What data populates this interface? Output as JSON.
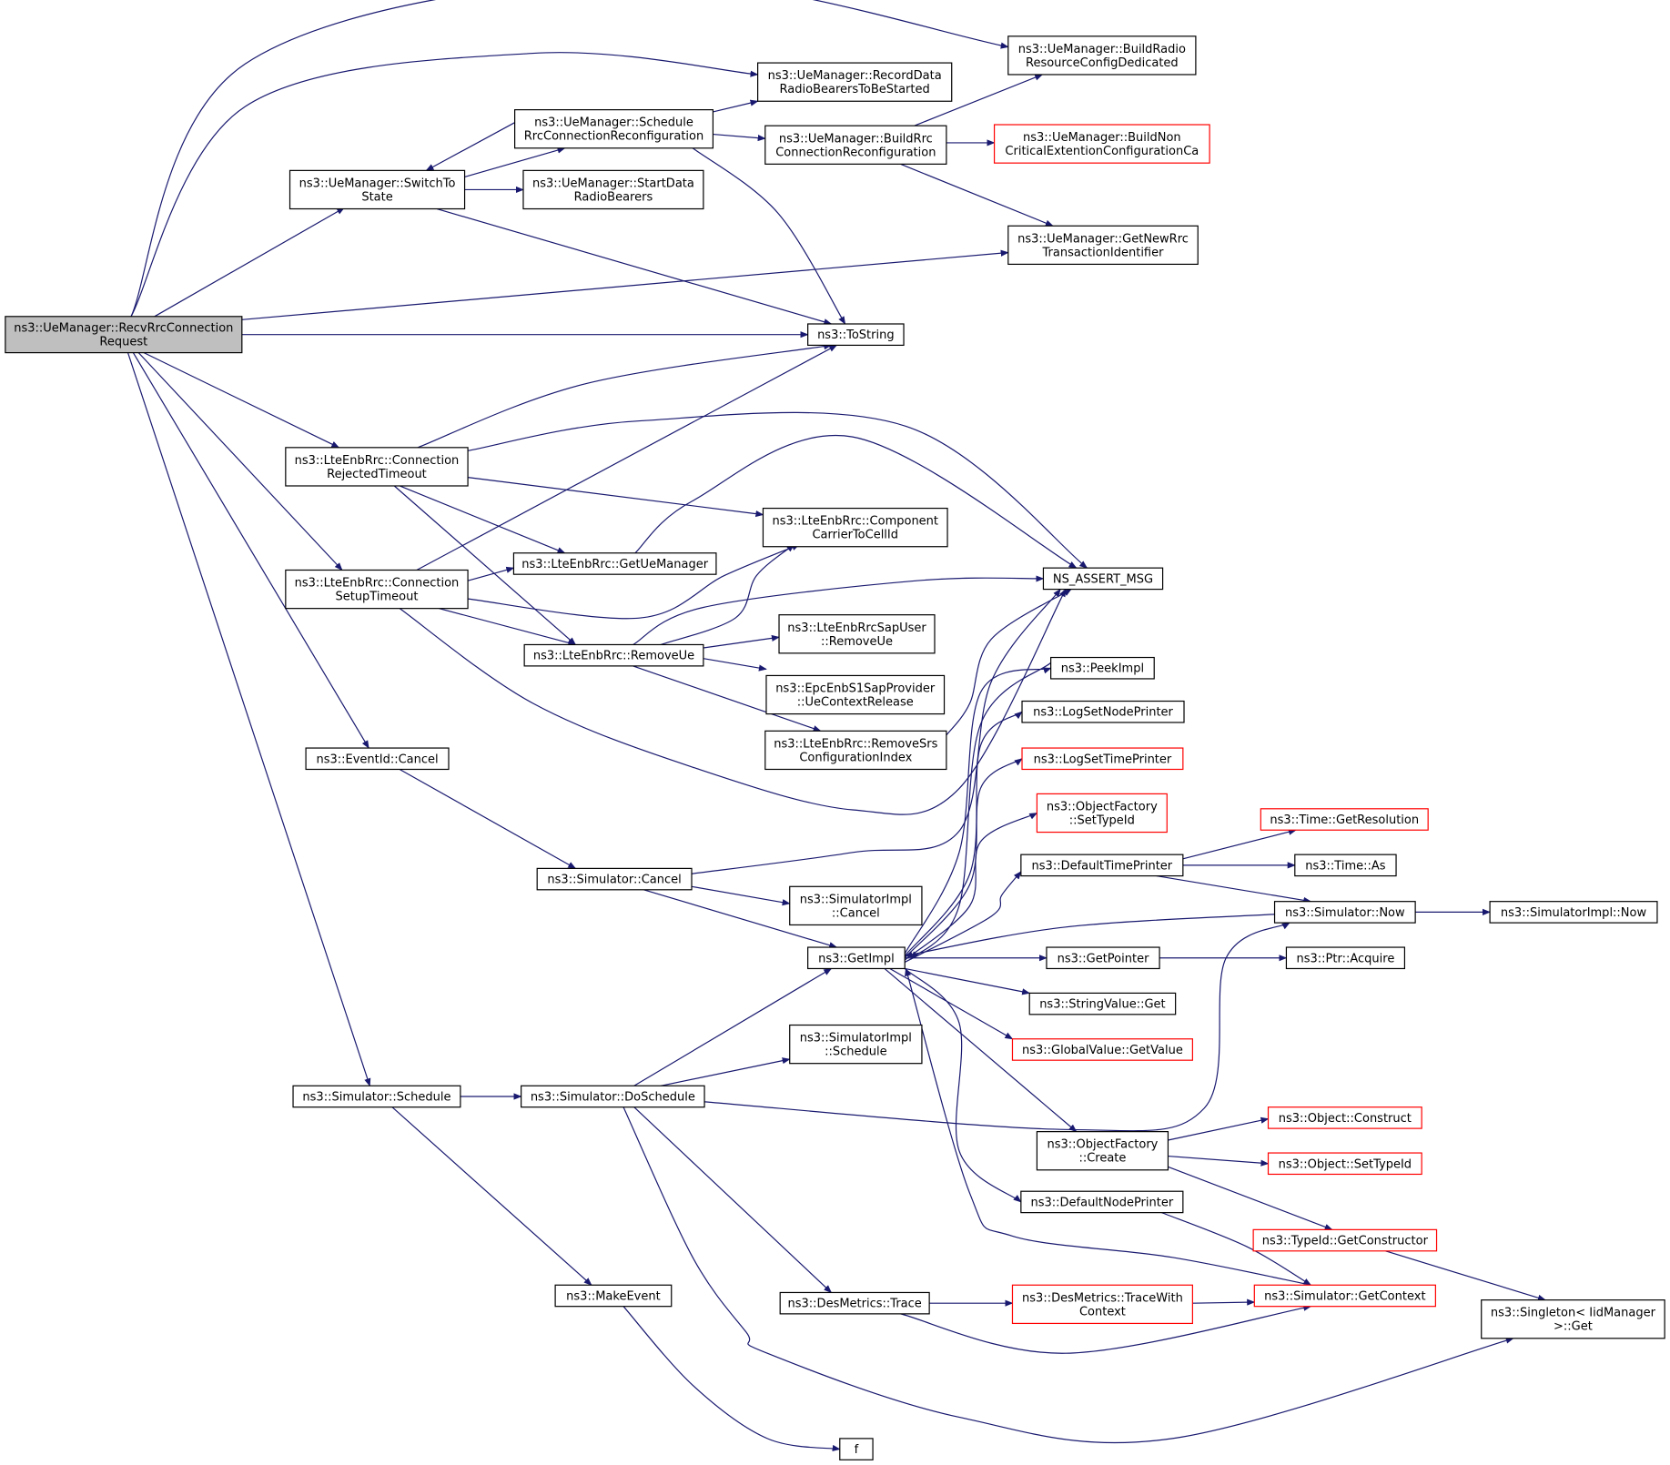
{
  "colors": {
    "edge": "#191970",
    "root_fill": "#bfbfbf",
    "red_border": "#ff0000",
    "border": "#000000"
  },
  "nodes": [
    {
      "id": "recv",
      "lines": [
        "ns3::UeManager::RecvRrcConnection",
        "Request"
      ],
      "style": "root"
    },
    {
      "id": "buildRadio",
      "lines": [
        "ns3::UeManager::BuildRadio",
        "ResourceConfigDedicated"
      ],
      "style": "normal"
    },
    {
      "id": "recordData",
      "lines": [
        "ns3::UeManager::RecordData",
        "RadioBearersToBeStarted"
      ],
      "style": "normal"
    },
    {
      "id": "schedRrc",
      "lines": [
        "ns3::UeManager::Schedule",
        "RrcConnectionReconfiguration"
      ],
      "style": "normal"
    },
    {
      "id": "buildRrc",
      "lines": [
        "ns3::UeManager::BuildRrc",
        "ConnectionReconfiguration"
      ],
      "style": "normal"
    },
    {
      "id": "buildNon",
      "lines": [
        "ns3::UeManager::BuildNon",
        "CriticalExtentionConfigurationCa"
      ],
      "style": "red"
    },
    {
      "id": "switchTo",
      "lines": [
        "ns3::UeManager::SwitchTo",
        "State"
      ],
      "style": "normal"
    },
    {
      "id": "startData",
      "lines": [
        "ns3::UeManager::StartData",
        "RadioBearers"
      ],
      "style": "normal"
    },
    {
      "id": "getNewRrc",
      "lines": [
        "ns3::UeManager::GetNewRrc",
        "TransactionIdentifier"
      ],
      "style": "normal"
    },
    {
      "id": "toString",
      "lines": [
        "ns3::ToString"
      ],
      "style": "normal"
    },
    {
      "id": "connRej",
      "lines": [
        "ns3::LteEnbRrc::Connection",
        "RejectedTimeout"
      ],
      "style": "normal"
    },
    {
      "id": "compCarrier",
      "lines": [
        "ns3::LteEnbRrc::Component",
        "CarrierToCellId"
      ],
      "style": "normal"
    },
    {
      "id": "getUeMgr",
      "lines": [
        "ns3::LteEnbRrc::GetUeManager"
      ],
      "style": "normal"
    },
    {
      "id": "connSetup",
      "lines": [
        "ns3::LteEnbRrc::Connection",
        "SetupTimeout"
      ],
      "style": "normal"
    },
    {
      "id": "nsAssert",
      "lines": [
        "NS_ASSERT_MSG"
      ],
      "style": "normal"
    },
    {
      "id": "sapUser",
      "lines": [
        "ns3::LteEnbRrcSapUser",
        "::RemoveUe"
      ],
      "style": "normal"
    },
    {
      "id": "removeUe",
      "lines": [
        "ns3::LteEnbRrc::RemoveUe"
      ],
      "style": "normal"
    },
    {
      "id": "peekImpl",
      "lines": [
        "ns3::PeekImpl"
      ],
      "style": "normal"
    },
    {
      "id": "epcEnb",
      "lines": [
        "ns3::EpcEnbS1SapProvider",
        "::UeContextRelease"
      ],
      "style": "normal"
    },
    {
      "id": "logNode",
      "lines": [
        "ns3::LogSetNodePrinter"
      ],
      "style": "normal"
    },
    {
      "id": "removeSrs",
      "lines": [
        "ns3::LteEnbRrc::RemoveSrs",
        "ConfigurationIndex"
      ],
      "style": "normal"
    },
    {
      "id": "eventCancel",
      "lines": [
        "ns3::EventId::Cancel"
      ],
      "style": "normal"
    },
    {
      "id": "logTime",
      "lines": [
        "ns3::LogSetTimePrinter"
      ],
      "style": "red"
    },
    {
      "id": "objSetType",
      "lines": [
        "ns3::ObjectFactory",
        "::SetTypeId"
      ],
      "style": "red"
    },
    {
      "id": "timeRes",
      "lines": [
        "ns3::Time::GetResolution"
      ],
      "style": "red"
    },
    {
      "id": "defTime",
      "lines": [
        "ns3::DefaultTimePrinter"
      ],
      "style": "normal"
    },
    {
      "id": "timeAs",
      "lines": [
        "ns3::Time::As"
      ],
      "style": "normal"
    },
    {
      "id": "simCancel",
      "lines": [
        "ns3::Simulator::Cancel"
      ],
      "style": "normal"
    },
    {
      "id": "simImplCancel",
      "lines": [
        "ns3::SimulatorImpl",
        "::Cancel"
      ],
      "style": "normal"
    },
    {
      "id": "simNow",
      "lines": [
        "ns3::Simulator::Now"
      ],
      "style": "normal"
    },
    {
      "id": "simImplNow",
      "lines": [
        "ns3::SimulatorImpl::Now"
      ],
      "style": "normal"
    },
    {
      "id": "getImpl",
      "lines": [
        "ns3::GetImpl"
      ],
      "style": "normal"
    },
    {
      "id": "getPointer",
      "lines": [
        "ns3::GetPointer"
      ],
      "style": "normal"
    },
    {
      "id": "ptrAcquire",
      "lines": [
        "ns3::Ptr::Acquire"
      ],
      "style": "normal"
    },
    {
      "id": "strGet",
      "lines": [
        "ns3::StringValue::Get"
      ],
      "style": "normal"
    },
    {
      "id": "globalGet",
      "lines": [
        "ns3::GlobalValue::GetValue"
      ],
      "style": "red"
    },
    {
      "id": "simImplSched",
      "lines": [
        "ns3::SimulatorImpl",
        "::Schedule"
      ],
      "style": "normal"
    },
    {
      "id": "simSchedule",
      "lines": [
        "ns3::Simulator::Schedule"
      ],
      "style": "normal"
    },
    {
      "id": "doSchedule",
      "lines": [
        "ns3::Simulator::DoSchedule"
      ],
      "style": "normal"
    },
    {
      "id": "objConstruct",
      "lines": [
        "ns3::Object::Construct"
      ],
      "style": "red"
    },
    {
      "id": "objCreate",
      "lines": [
        "ns3::ObjectFactory",
        "::Create"
      ],
      "style": "normal"
    },
    {
      "id": "objSetTypeId",
      "lines": [
        "ns3::Object::SetTypeId"
      ],
      "style": "red"
    },
    {
      "id": "defNode",
      "lines": [
        "ns3::DefaultNodePrinter"
      ],
      "style": "normal"
    },
    {
      "id": "getCtor",
      "lines": [
        "ns3::TypeId::GetConstructor"
      ],
      "style": "red"
    },
    {
      "id": "makeEvent",
      "lines": [
        "ns3::MakeEvent"
      ],
      "style": "normal"
    },
    {
      "id": "desTrace",
      "lines": [
        "ns3::DesMetrics::Trace"
      ],
      "style": "normal"
    },
    {
      "id": "traceCtx",
      "lines": [
        "ns3::DesMetrics::TraceWith",
        "Context"
      ],
      "style": "red"
    },
    {
      "id": "simGetCtx",
      "lines": [
        "ns3::Simulator::GetContext"
      ],
      "style": "red"
    },
    {
      "id": "singleton",
      "lines": [
        "ns3::Singleton< IidManager",
        " >::Get"
      ],
      "style": "normal"
    },
    {
      "id": "f",
      "lines": [
        "f"
      ],
      "style": "normal"
    }
  ]
}
